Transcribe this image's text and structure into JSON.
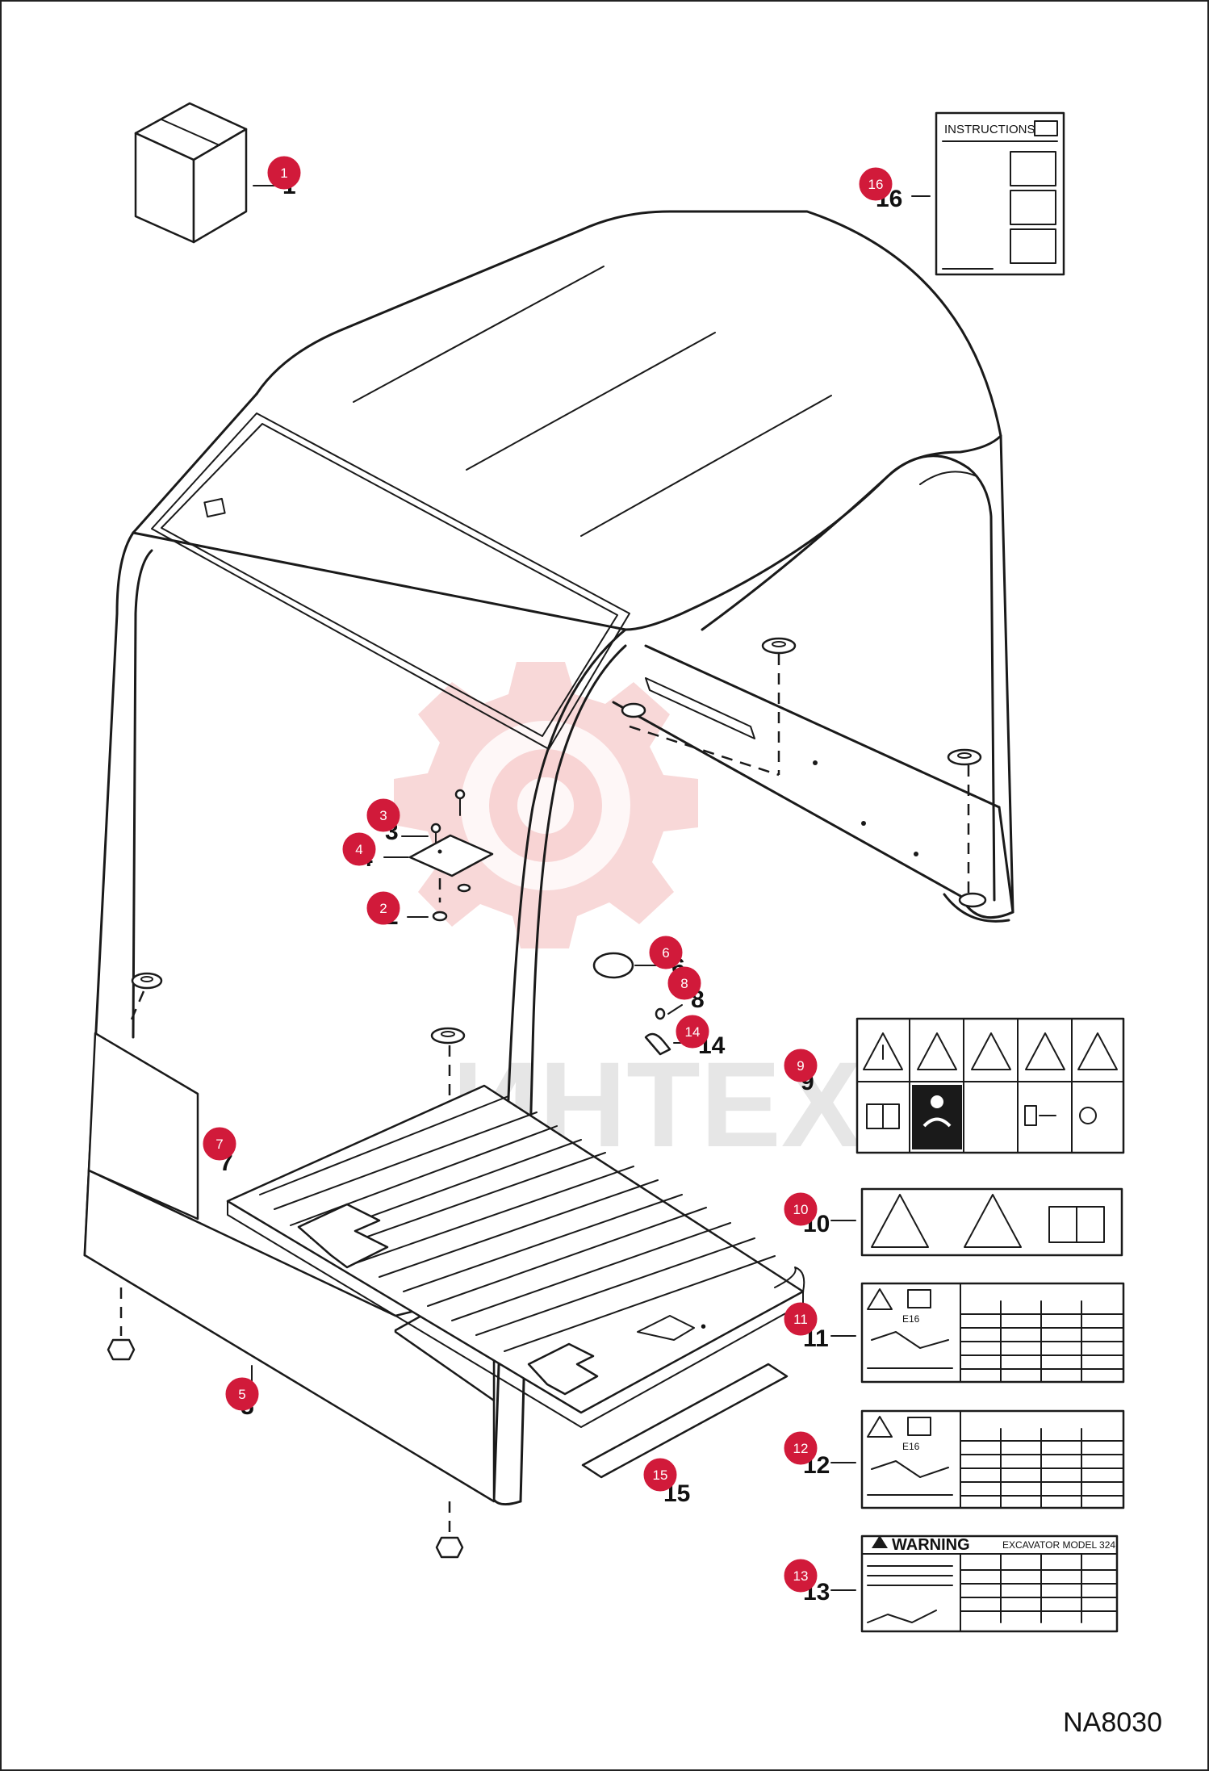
{
  "diagram_code": "NA8030",
  "watermark_text": "ИНТЕХ",
  "instructions_label": "INSTRUCTIONS",
  "warning_label": "WARNING",
  "excavator_model_label": "EXCAVATOR MODEL 324",
  "decal_model_label": "E16",
  "callouts": [
    {
      "number": "1",
      "label": "1"
    },
    {
      "number": "2",
      "label": "2"
    },
    {
      "number": "3",
      "label": "3"
    },
    {
      "number": "4",
      "label": "4"
    },
    {
      "number": "5",
      "label": "5"
    },
    {
      "number": "6",
      "label": "6"
    },
    {
      "number": "7",
      "label": "7"
    },
    {
      "number": "8",
      "label": "8"
    },
    {
      "number": "9",
      "label": "9"
    },
    {
      "number": "10",
      "label": "10"
    },
    {
      "number": "11",
      "label": "11"
    },
    {
      "number": "12",
      "label": "12"
    },
    {
      "number": "13",
      "label": "13"
    },
    {
      "number": "14",
      "label": "14"
    },
    {
      "number": "15",
      "label": "15"
    },
    {
      "number": "16",
      "label": "16"
    }
  ],
  "colors": {
    "badge": "#d11a3a",
    "watermark": "#f3b8b8",
    "line": "#1a1a1a"
  }
}
